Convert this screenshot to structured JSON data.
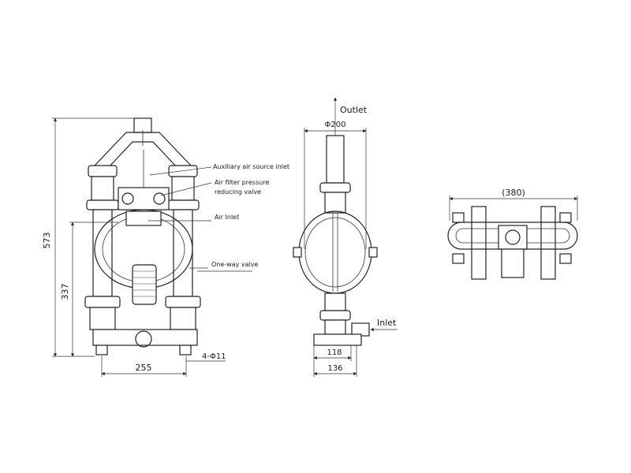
{
  "front_view": {
    "dims": {
      "height_total": "573",
      "height_inlet": "337",
      "width_base": "255",
      "bolt_holes": "4-Φ11"
    },
    "callouts": {
      "aux_air": "Auxiliary air source inlet",
      "filter_line1": "Air filter pressure",
      "filter_line2": "reducing valve",
      "air_inlet": "Air Inlet",
      "one_way": "One-way valve"
    }
  },
  "side_view": {
    "labels": {
      "outlet": "Outlet",
      "inlet": "Inlet"
    },
    "dims": {
      "diameter": "Φ200",
      "base_inner": "118",
      "base_outer": "136"
    }
  },
  "top_view": {
    "dims": {
      "width": "(380)"
    }
  },
  "colors": {
    "line": "#222222",
    "background": "#ffffff"
  }
}
